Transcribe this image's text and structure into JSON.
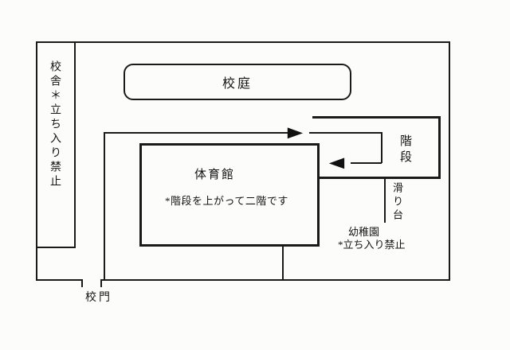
{
  "colors": {
    "ink": "#1a1a1a",
    "paper": "#fcfcfa"
  },
  "labels": {
    "building": "校舎＊立ち入り禁止",
    "schoolyard": "校庭",
    "gym": "体育館",
    "gym_note": "*階段を上がって二階です",
    "stairs": "階段",
    "slide": "滑り台",
    "kindergarten": "幼稚園",
    "kindergarten_note": "*立ち入り禁止",
    "gate": "校門"
  },
  "icons": {
    "arrow_right": "▶",
    "arrow_left": "◀"
  }
}
